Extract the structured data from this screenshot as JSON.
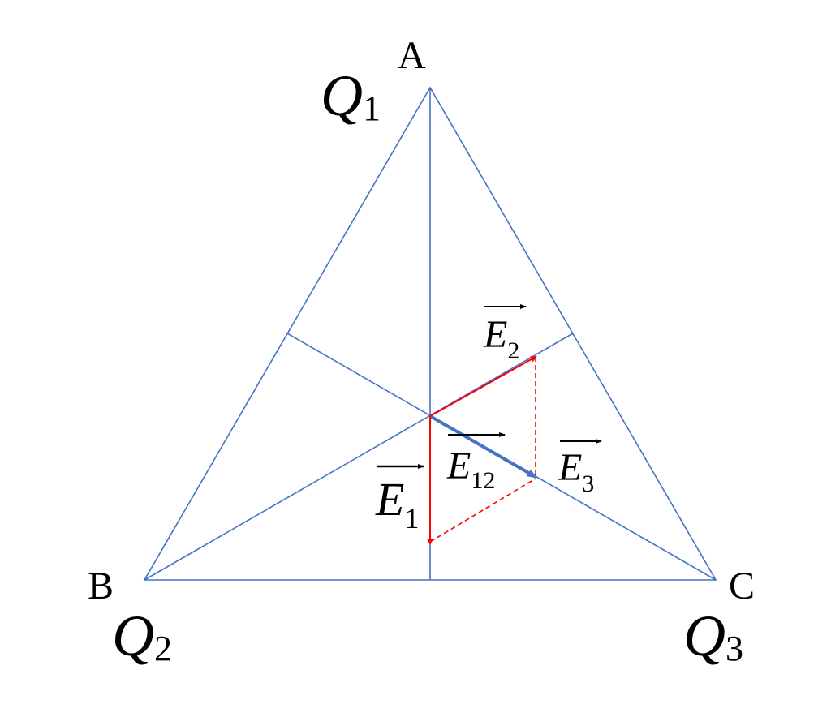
{
  "colors": {
    "geometry": "#4472C4",
    "field": "#FF0000",
    "resultant": "#4472C4",
    "text": "#000000"
  },
  "vertices": {
    "A": "A",
    "B": "B",
    "C": "C"
  },
  "charges": [
    {
      "symbol": "Q",
      "sub": "1"
    },
    {
      "symbol": "Q",
      "sub": "2"
    },
    {
      "symbol": "Q",
      "sub": "3"
    }
  ],
  "vectors": {
    "E1": {
      "symbol": "E",
      "sub": "1"
    },
    "E2": {
      "symbol": "E",
      "sub": "2"
    },
    "E3": {
      "symbol": "E",
      "sub": "3"
    },
    "E12": {
      "symbol": "E",
      "sub": "12"
    }
  }
}
